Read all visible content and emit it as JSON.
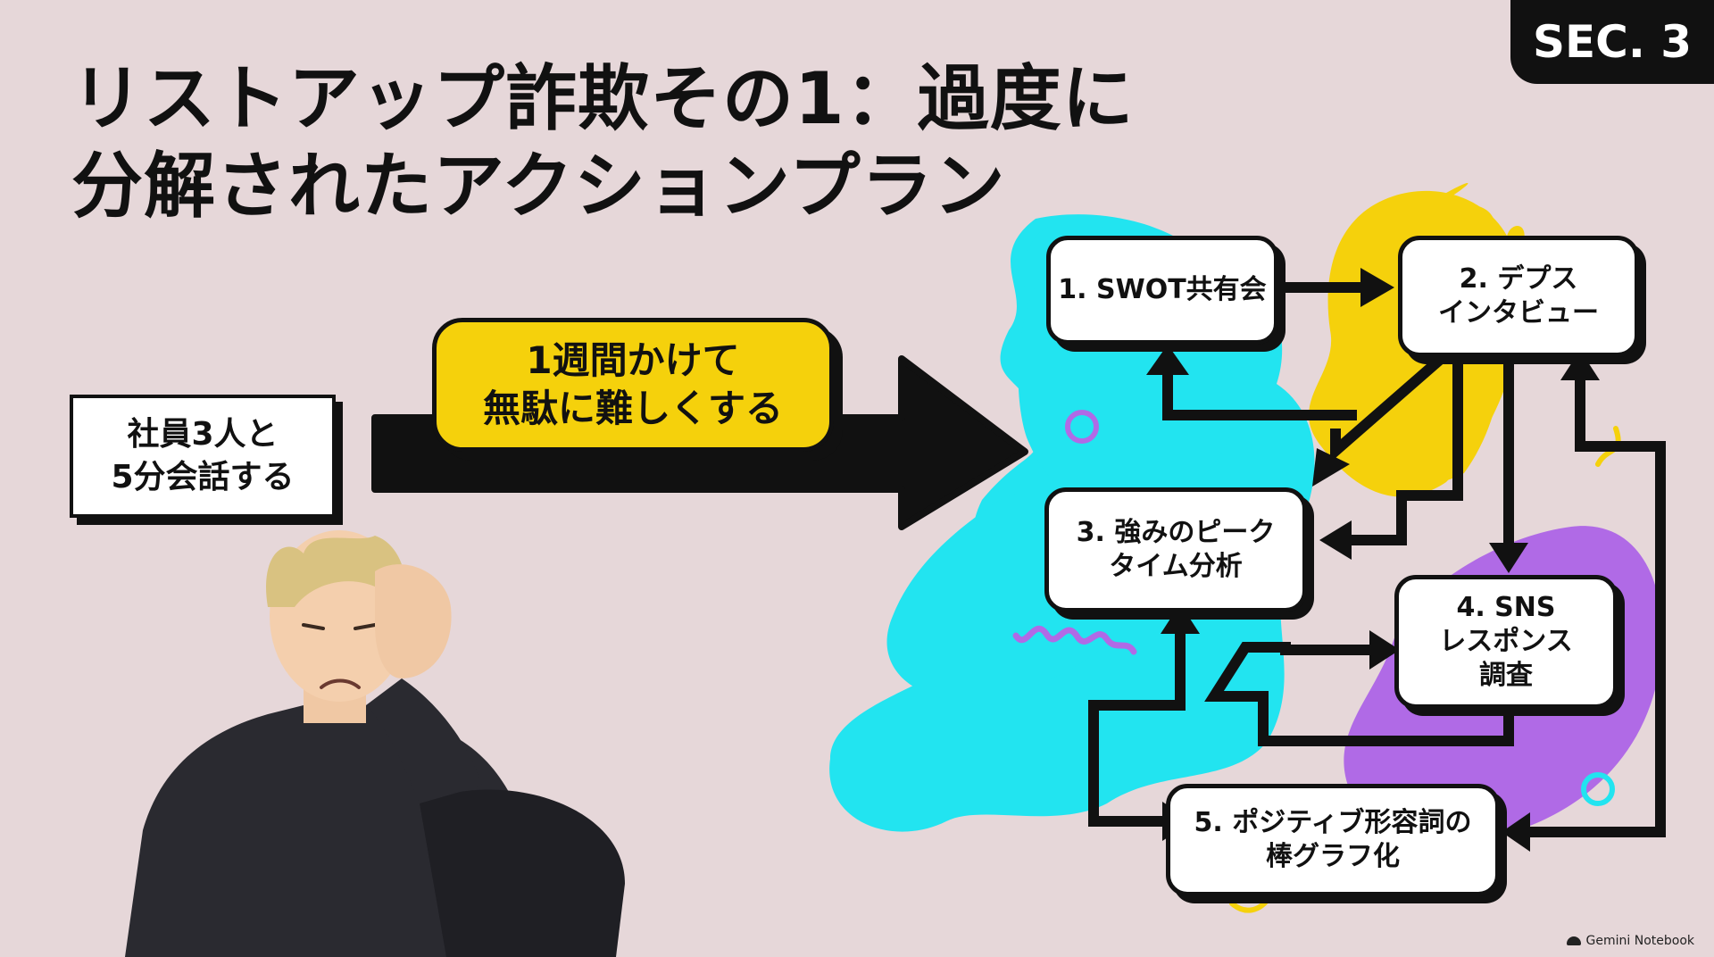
{
  "badge": "SEC. 3",
  "title": {
    "line1": "リストアップ詐欺その1：過度に",
    "line2": "分解されたアクションプラン"
  },
  "left_box": {
    "line1": "社員3人と",
    "line2": "5分会話する"
  },
  "pill": {
    "line1": "1週間かけて",
    "line2": "無駄に難しくする"
  },
  "nodes": {
    "n1": {
      "line1": "1. SWOT共有会"
    },
    "n2": {
      "line1": "2. デプス",
      "line2": "インタビュー"
    },
    "n3": {
      "line1": "3. 強みのピーク",
      "line2": "タイム分析"
    },
    "n4": {
      "line1": "4. SNS",
      "line2": "レスポンス",
      "line3": "調査"
    },
    "n5": {
      "line1": "5. ポジティブ形容詞の",
      "line2": "棒グラフ化"
    }
  },
  "colors": {
    "background": "#e6d7d9",
    "cyan": "#22e4f0",
    "yellow": "#f5d10c",
    "purple": "#b06ae6"
  },
  "watermark": "Gemini Notebook"
}
